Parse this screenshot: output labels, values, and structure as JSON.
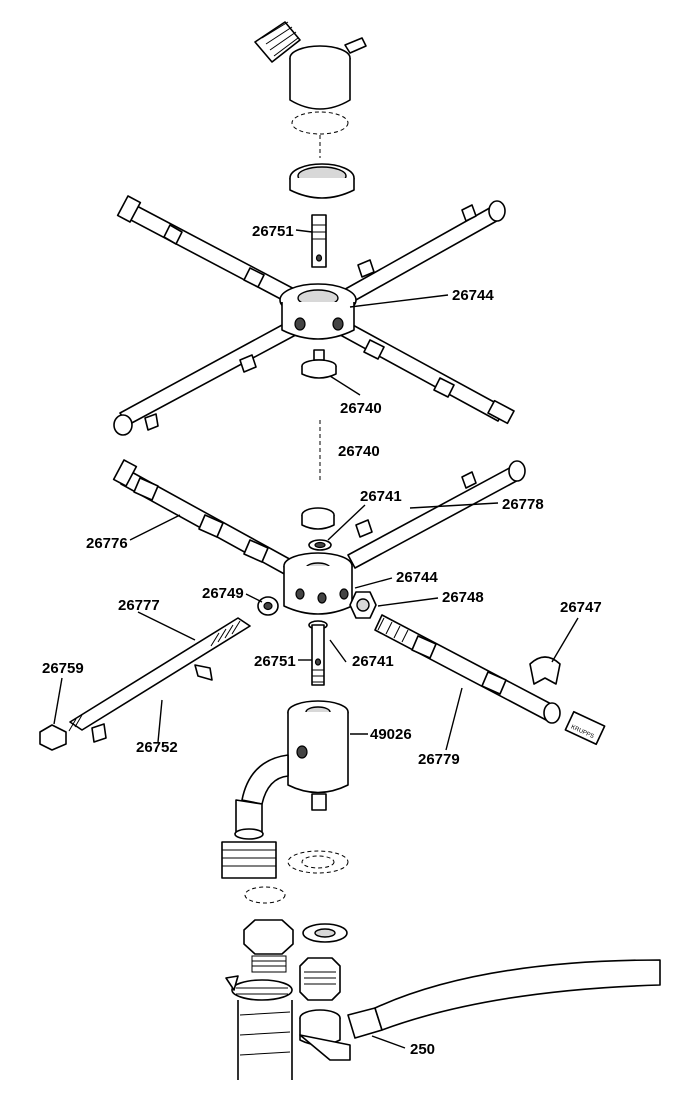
{
  "diagram": {
    "callouts": [
      {
        "id": "c1",
        "label": "26751"
      },
      {
        "id": "c2",
        "label": "26744"
      },
      {
        "id": "c3",
        "label": "26740"
      },
      {
        "id": "c4",
        "label": "26740"
      },
      {
        "id": "c5",
        "label": "26741"
      },
      {
        "id": "c6",
        "label": "26778"
      },
      {
        "id": "c7",
        "label": "26776"
      },
      {
        "id": "c8",
        "label": "26744"
      },
      {
        "id": "c9",
        "label": "26749"
      },
      {
        "id": "c10",
        "label": "26748"
      },
      {
        "id": "c11",
        "label": "26777"
      },
      {
        "id": "c12",
        "label": "26747"
      },
      {
        "id": "c13",
        "label": "26759"
      },
      {
        "id": "c14",
        "label": "26751"
      },
      {
        "id": "c15",
        "label": "26741"
      },
      {
        "id": "c16",
        "label": "49026"
      },
      {
        "id": "c17",
        "label": "26752"
      },
      {
        "id": "c18",
        "label": "26779"
      },
      {
        "id": "c19",
        "label": "250"
      }
    ],
    "brand_mark": "KRUPPS"
  }
}
